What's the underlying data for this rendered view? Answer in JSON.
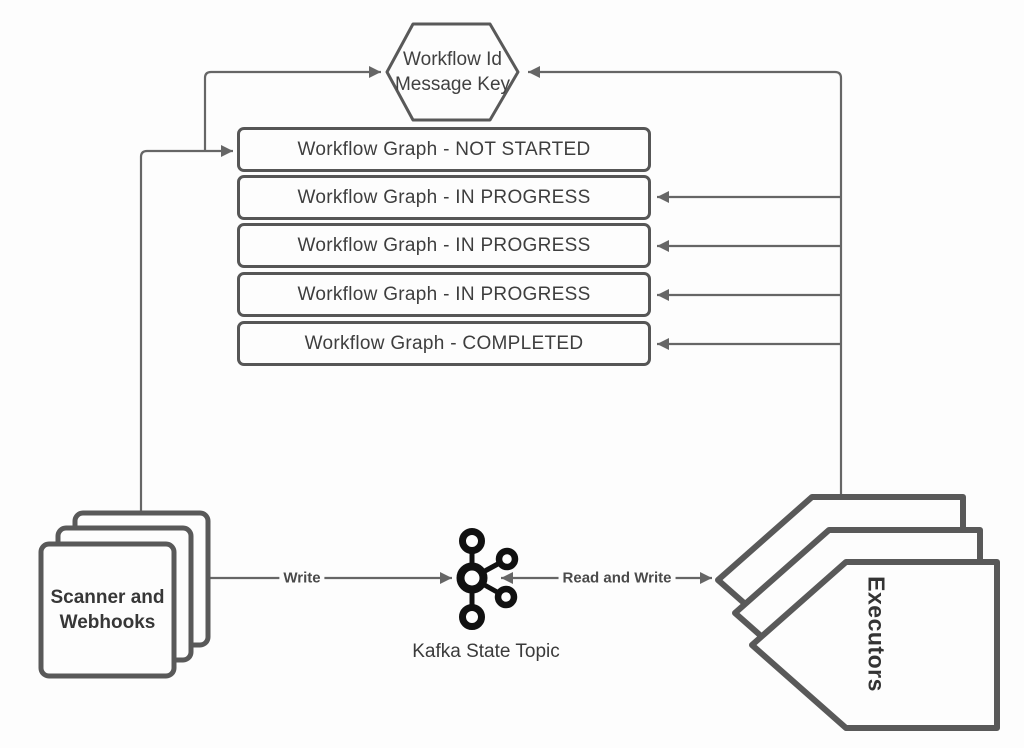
{
  "hexagon": {
    "line1": "Workflow Id",
    "line2": "Message Key"
  },
  "workflow_boxes": [
    {
      "label": "Workflow Graph - NOT STARTED"
    },
    {
      "label": "Workflow Graph - IN PROGRESS"
    },
    {
      "label": "Workflow Graph - IN PROGRESS"
    },
    {
      "label": "Workflow Graph - IN PROGRESS"
    },
    {
      "label": "Workflow Graph - COMPLETED"
    }
  ],
  "scanner": {
    "line1": "Scanner and",
    "line2": "Webhooks"
  },
  "kafka": {
    "label": "Kafka State Topic",
    "icon": "kafka-logo-icon"
  },
  "executors": {
    "label": "Executors"
  },
  "edges": {
    "write": "Write",
    "read_write": "Read and Write"
  },
  "colors": {
    "connector": "#666666",
    "shape_border": "#595959",
    "box_border": "#565656",
    "text": "#3e3e3e",
    "kafka_icon": "#111111",
    "background": "#fdfdfd"
  }
}
